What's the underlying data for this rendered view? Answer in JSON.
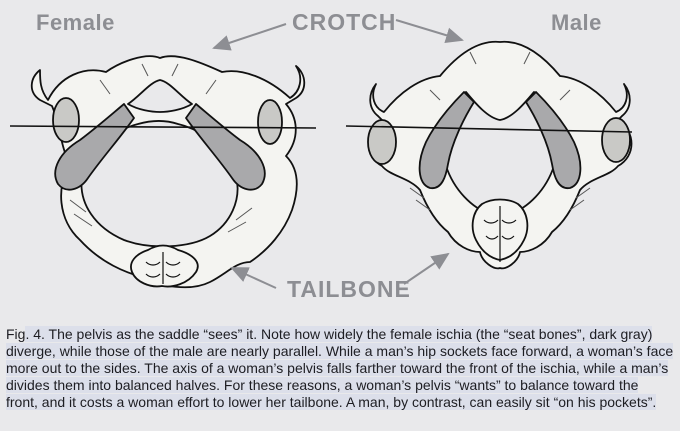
{
  "labels": {
    "female": "Female",
    "male": "Male",
    "crotch": "CROTCH",
    "tailbone": "TAILBONE"
  },
  "caption": {
    "prefix": "Fig",
    "text": ". 4. The pelvis as the saddle “sees” it. Note how widely the female ischia (the “seat bones”, dark gray) diverge, while those of the male are nearly parallel. While a man’s hip sockets face forward, a woman’s face more out to the sides. The axis of a woman’s pelvis falls farther toward the front of the ischia, while a man’s divides them into balanced halves. For these reasons, a woman’s pelvis “wants” to balance toward the front, and it costs a woman effort to lower her tailbone. A man, by contrast, can easily sit “on his pockets”."
  },
  "colors": {
    "background": "#e9e9eb",
    "label": "#8d8e93",
    "bone_fill": "#f4f4f1",
    "ischium_fill": "#a9a9ab",
    "highlight": "#dcdfea",
    "line": "#111111"
  }
}
